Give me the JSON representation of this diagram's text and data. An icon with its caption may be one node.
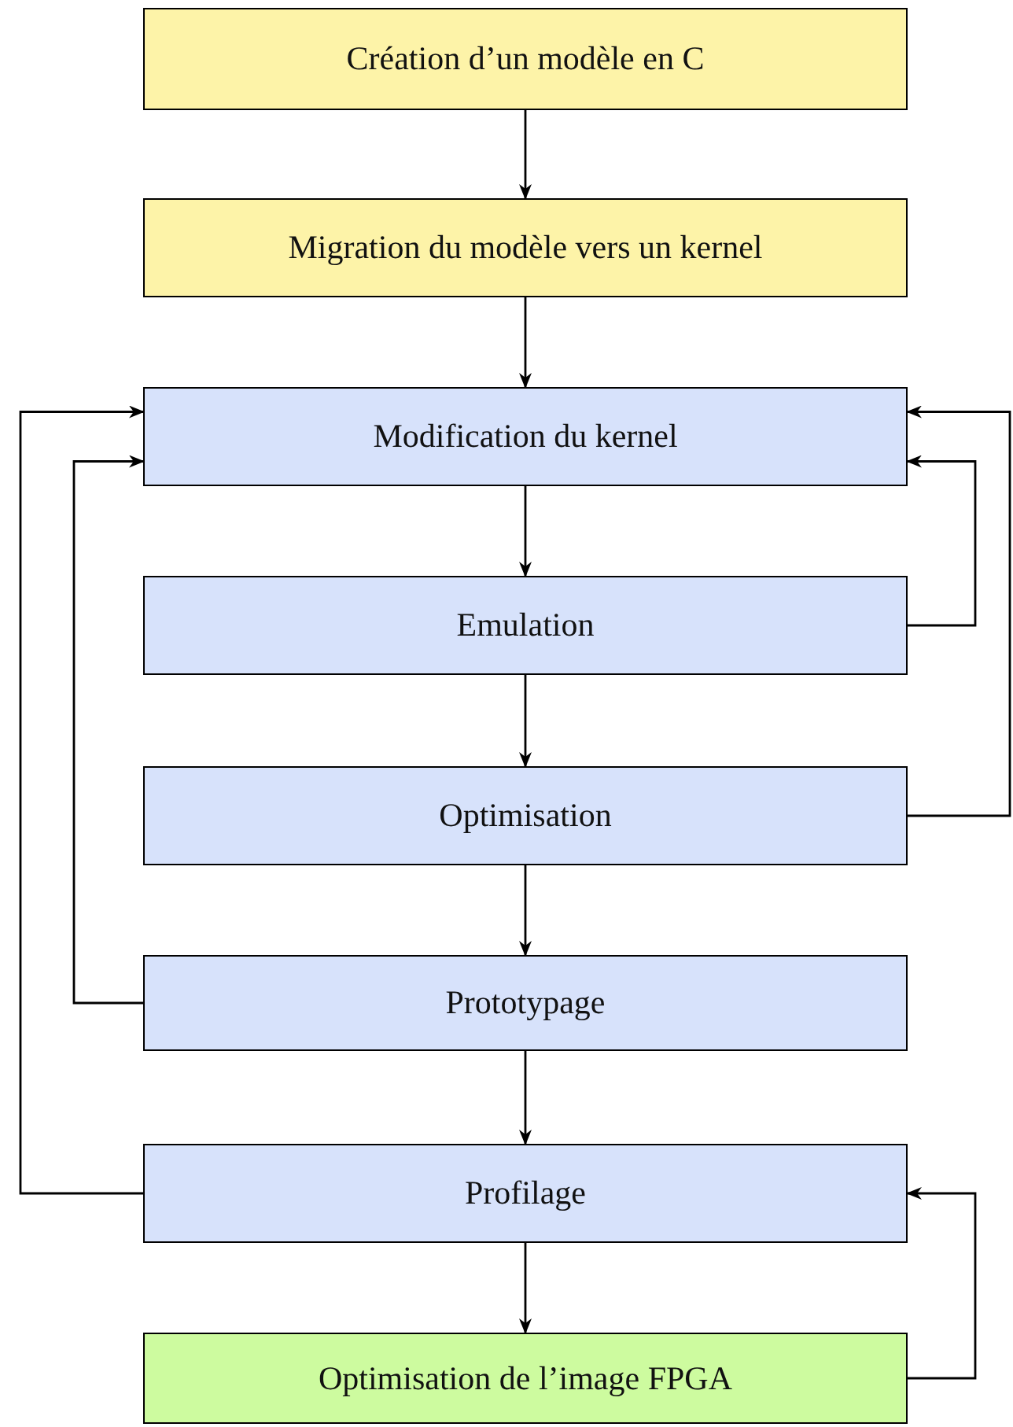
{
  "diagram": {
    "nodes": [
      {
        "text": [
          "Création d’un modèle en C"
        ]
      },
      {
        "text": [
          "Migration du modèle vers un kernel"
        ]
      },
      {
        "text": [
          "Modification du kernel"
        ]
      },
      {
        "text": [
          "Emulation"
        ]
      },
      {
        "text": [
          "Optimisation"
        ]
      },
      {
        "text": [
          "Prototypage"
        ]
      },
      {
        "text": [
          "Profilage"
        ]
      },
      {
        "text": [
          "Optimisation de l’image FPGA"
        ]
      }
    ],
    "edges": [
      {
        "from": 0,
        "to": 1,
        "arrow": "to"
      },
      {
        "from": 1,
        "to": 2,
        "arrow": "to"
      },
      {
        "from": 2,
        "to": 3,
        "arrow": "to"
      },
      {
        "from": 3,
        "to": 4,
        "arrow": "to"
      },
      {
        "from": 4,
        "to": 5,
        "arrow": "to"
      },
      {
        "from": 5,
        "to": 6,
        "arrow": "to"
      },
      {
        "from": 6,
        "to": 7,
        "arrow": "to"
      },
      {
        "from": 3,
        "to": 2,
        "arrow": "to"
      },
      {
        "from": 4,
        "to": 2,
        "arrow": "to"
      },
      {
        "from": 5,
        "to": 2,
        "arrow": "to"
      },
      {
        "from": 6,
        "to": 2,
        "arrow": "to"
      },
      {
        "from": 7,
        "to": 6,
        "arrow": "to"
      }
    ]
  }
}
